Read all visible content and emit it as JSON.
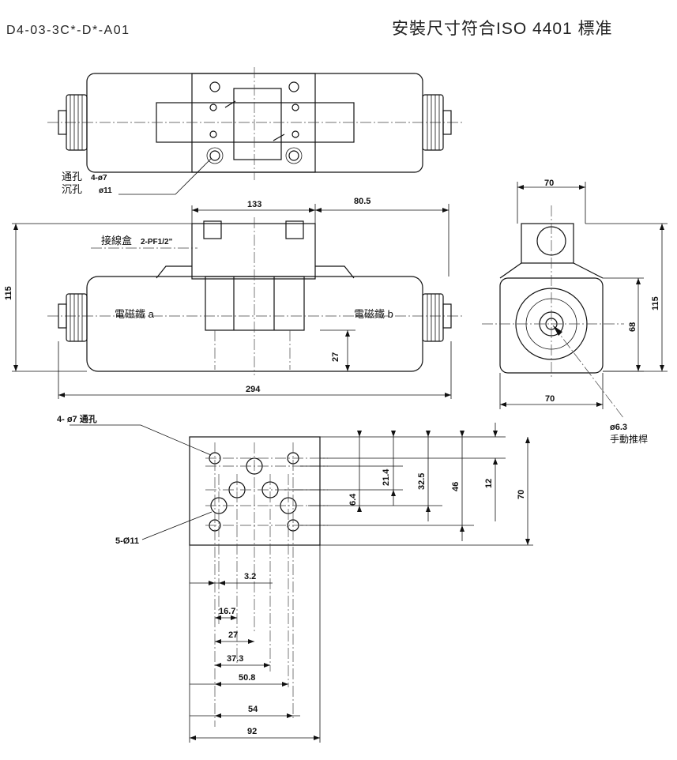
{
  "header": {
    "model_code": "D4-03-3C*-D*-A01",
    "standard_note": "安裝尺寸符合ISO 4401 標准"
  },
  "labels": {
    "through_hole_1": "通孔",
    "through_hole_1_spec": "4-ø7",
    "counterbore": "沉孔",
    "counterbore_spec": "ø11",
    "junction_box": "接線盒",
    "junction_box_spec": "2-PF1/2\"",
    "solenoid_a": "電磁鐵 a",
    "solenoid_b": "電磁鐵 b",
    "manual_pin_dia": "ø6.3",
    "manual_pin": "手動推桿",
    "through_hole_2": "4- ø7 通孔",
    "holes_5": "5-Ø11"
  },
  "dimensions": {
    "d133": "133",
    "d80_5": "80.5",
    "d115_left": "115",
    "d27_side": "27",
    "d294": "294",
    "d70_top": "70",
    "d70_bottom": "70",
    "d115_right": "115",
    "d68": "68",
    "d6_4": "6.4",
    "d21_4": "21.4",
    "d32_5": "32.5",
    "d46": "46",
    "d12": "12",
    "d70_plate": "70",
    "d3_2": "3.2",
    "d16_7": "16.7",
    "d27_plate": "27",
    "d37_3": "37.3",
    "d50_8": "50.8",
    "d54": "54",
    "d92": "92"
  }
}
